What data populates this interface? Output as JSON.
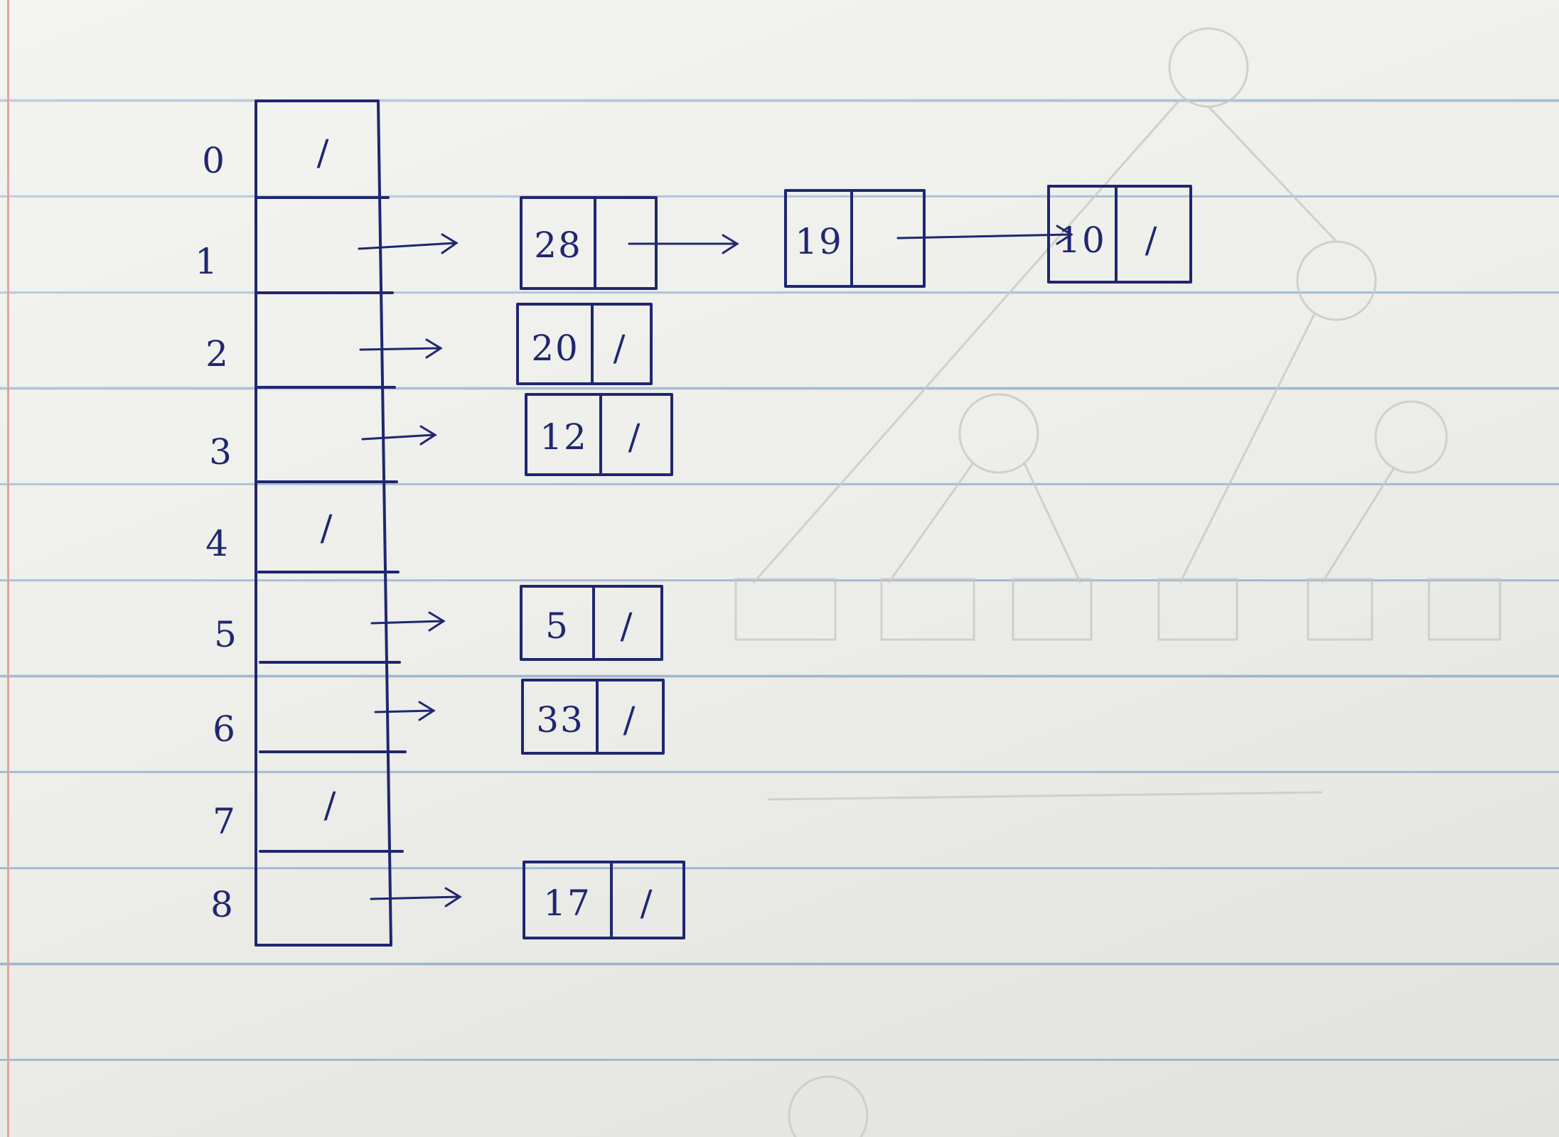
{
  "hash_table": {
    "slots": [
      {
        "index": "0",
        "null_mark": "/"
      },
      {
        "index": "1",
        "null_mark": ""
      },
      {
        "index": "2",
        "null_mark": ""
      },
      {
        "index": "3",
        "null_mark": ""
      },
      {
        "index": "4",
        "null_mark": "/"
      },
      {
        "index": "5",
        "null_mark": ""
      },
      {
        "index": "6",
        "null_mark": ""
      },
      {
        "index": "7",
        "null_mark": "/"
      },
      {
        "index": "8",
        "null_mark": ""
      }
    ]
  },
  "chains": [
    {
      "slot": "1",
      "nodes": [
        {
          "value": "28",
          "next": ""
        },
        {
          "value": "19",
          "next": ""
        },
        {
          "value": "10",
          "next": "/"
        }
      ]
    },
    {
      "slot": "2",
      "nodes": [
        {
          "value": "20",
          "next": "/"
        }
      ]
    },
    {
      "slot": "3",
      "nodes": [
        {
          "value": "12",
          "next": "/"
        }
      ]
    },
    {
      "slot": "5",
      "nodes": [
        {
          "value": "5",
          "next": "/"
        }
      ]
    },
    {
      "slot": "6",
      "nodes": [
        {
          "value": "33",
          "next": "/"
        }
      ]
    },
    {
      "slot": "8",
      "nodes": [
        {
          "value": "17",
          "next": "/"
        }
      ]
    }
  ],
  "colors": {
    "ink": "#1f2770",
    "paper": "#eeeeea",
    "rule": "#9fb9d0",
    "margin": "#e4a29a"
  }
}
